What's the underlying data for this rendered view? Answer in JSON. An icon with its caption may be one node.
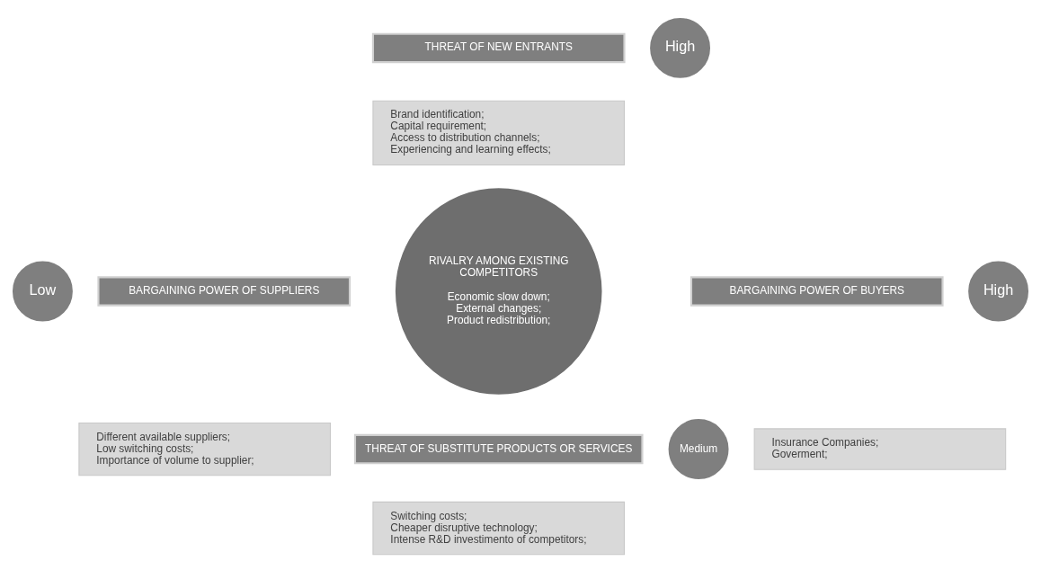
{
  "diagram": {
    "nodes": [
      {
        "text": [
          "THREAT OF NEW ENTRANTS"
        ]
      },
      {
        "text": [
          "High"
        ]
      },
      {
        "text": [
          "Brand identification;",
          "Capital requirement;",
          "Access to distribution channels;",
          "Experiencing and learning effects;"
        ]
      },
      {
        "text": [
          "Low"
        ]
      },
      {
        "text": [
          "BARGAINING POWER OF SUPPLIERS"
        ]
      },
      {
        "text": [
          "Different available suppliers;",
          "Low switching costs;",
          "Importance of volume to supplier;"
        ]
      },
      {
        "text": [
          "RIVALRY AMONG EXISTING COMPETITORS",
          "Economic slow down;",
          "External changes;",
          "Product redistribution;"
        ]
      },
      {
        "text": [
          "BARGAINING POWER OF BUYERS"
        ]
      },
      {
        "text": [
          "High"
        ]
      },
      {
        "text": [
          "Insurance Companies;",
          "Goverment;"
        ]
      },
      {
        "text": [
          "THREAT OF SUBSTITUTE PRODUCTS OR SERVICES"
        ]
      },
      {
        "text": [
          "Medium"
        ]
      },
      {
        "text": [
          "Switching costs;",
          "Cheaper disruptive technology;",
          "Intense R&D investimento of competitors;"
        ]
      }
    ],
    "edges": []
  }
}
